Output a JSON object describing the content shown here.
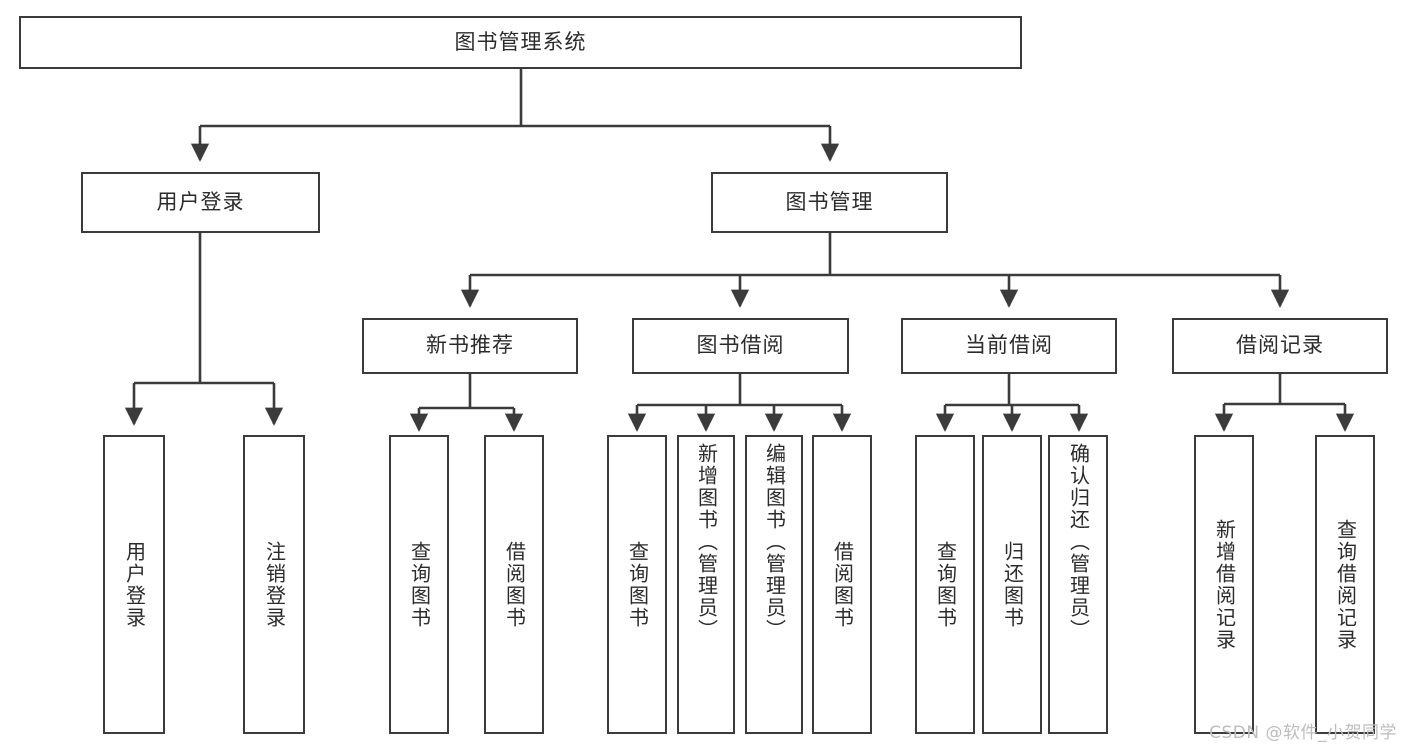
{
  "diagram": {
    "title_node": {
      "label": "图书管理系统"
    },
    "level2": [
      {
        "id": "user-login",
        "label": "用户登录"
      },
      {
        "id": "book-management",
        "label": "图书管理"
      }
    ],
    "level3": [
      {
        "id": "new-book-recommend",
        "label": "新书推荐"
      },
      {
        "id": "book-borrow",
        "label": "图书借阅"
      },
      {
        "id": "current-borrow",
        "label": "当前借阅"
      },
      {
        "id": "borrow-records",
        "label": "借阅记录"
      }
    ],
    "leaves": {
      "user_login": [
        {
          "id": "leaf-user-login",
          "label": "用户登录"
        },
        {
          "id": "leaf-logout-login",
          "label": "注销登录"
        }
      ],
      "new_book_recommend": [
        {
          "id": "leaf-query-book-1",
          "label": "查询图书"
        },
        {
          "id": "leaf-borrow-book-1",
          "label": "借阅图书"
        }
      ],
      "book_borrow": [
        {
          "id": "leaf-query-book-2",
          "label": "查询图书"
        },
        {
          "id": "leaf-add-book",
          "label": "新增图书（管理员）"
        },
        {
          "id": "leaf-edit-book",
          "label": "编辑图书（管理员）"
        },
        {
          "id": "leaf-borrow-book-2",
          "label": "借阅图书"
        }
      ],
      "current_borrow": [
        {
          "id": "leaf-query-book-3",
          "label": "查询图书"
        },
        {
          "id": "leaf-return-book",
          "label": "归还图书"
        },
        {
          "id": "leaf-confirm-return",
          "label": "确认归还（管理员）"
        }
      ],
      "borrow_records": [
        {
          "id": "leaf-add-record",
          "label": "新增借阅记录"
        },
        {
          "id": "leaf-query-record",
          "label": "查询借阅记录"
        }
      ]
    }
  },
  "watermark": {
    "text": "CSDN @软件_小贺同学"
  },
  "colors": {
    "background": "#ffffff",
    "node_border": "#3b3b3b",
    "node_fill": "#ffffff",
    "edge": "#3b3b3b",
    "text": "#2b2b2b",
    "watermark": "#bdbdbd"
  }
}
